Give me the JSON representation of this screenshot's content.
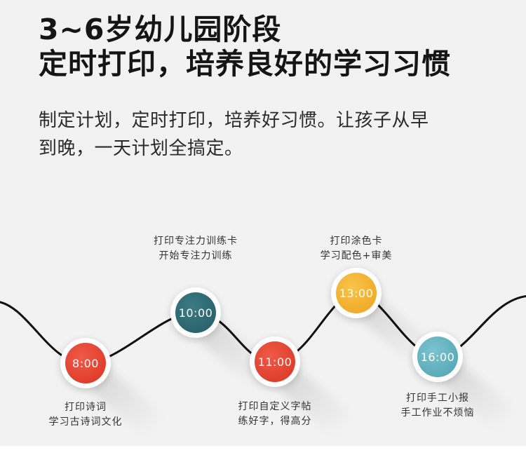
{
  "title": {
    "line1": "3~6岁幼儿园阶段",
    "line2": "定时打印，培养良好的学习习惯"
  },
  "description": {
    "line1": "制定计划，定时打印，培养好习惯。让孩子从早",
    "line2": "到晚，一天计划全搞定。"
  },
  "timeline": [
    {
      "time": "8:00",
      "line1": "打印诗词",
      "line2": "学习古诗词文化"
    },
    {
      "time": "10:00",
      "line1": "打印专注力训练卡",
      "line2": "开始专注力训练"
    },
    {
      "time": "11:00",
      "line1": "打印自定义字帖",
      "line2": "练好字，得高分"
    },
    {
      "time": "13:00",
      "line1": "打印涂色卡",
      "line2": "学习配色+审美"
    },
    {
      "time": "16:00",
      "line1": "打印手工小报",
      "line2": "手工作业不烦恼"
    }
  ],
  "colors": {
    "red": "#e0402e",
    "teal": "#2e6b75",
    "gold": "#f3b232",
    "blue": "#62b2c0",
    "line": "#111111"
  }
}
